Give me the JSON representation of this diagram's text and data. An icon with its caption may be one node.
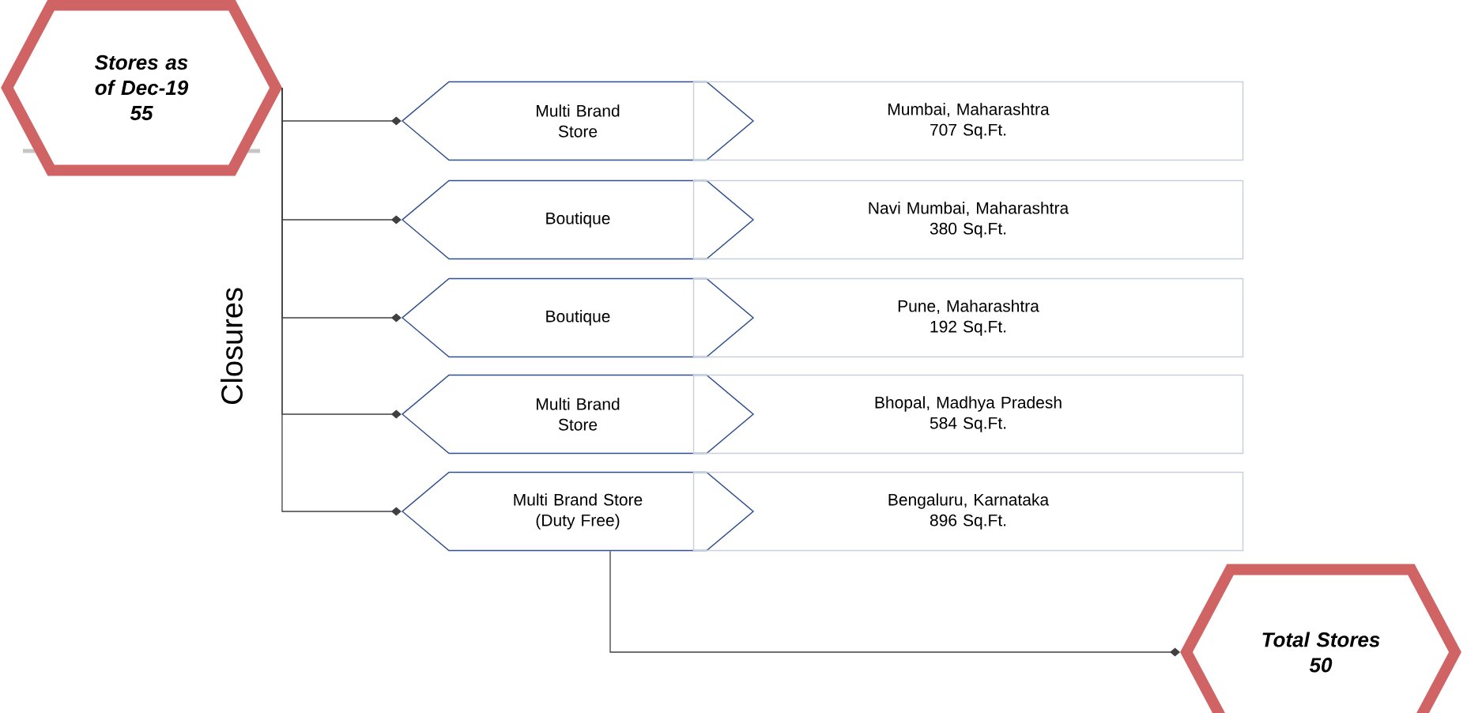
{
  "diagram": {
    "nodes": [
      {
        "text": [
          "Stores as of Dec-19",
          "55"
        ]
      },
      {
        "text": [
          "Multi Brand Store"
        ]
      },
      {
        "text": [
          "Mumbai, Maharashtra",
          "707 Sq.Ft."
        ]
      },
      {
        "text": [
          "Boutique"
        ]
      },
      {
        "text": [
          "Navi Mumbai, Maharashtra",
          "380 Sq.Ft."
        ]
      },
      {
        "text": [
          "Boutique"
        ]
      },
      {
        "text": [
          "Pune, Maharashtra",
          "192 Sq.Ft."
        ]
      },
      {
        "text": [
          "Multi Brand Store"
        ]
      },
      {
        "text": [
          "Bhopal, Madhya Pradesh",
          "584 Sq.Ft."
        ]
      },
      {
        "text": [
          "Multi Brand Store (Duty Free)"
        ]
      },
      {
        "text": [
          "Bengaluru, Karnataka",
          "896 Sq.Ft."
        ]
      },
      {
        "text": [
          "Total Stores",
          "50"
        ]
      }
    ],
    "edges": [
      {
        "from": 0,
        "to": 1,
        "arrow": "other"
      },
      {
        "from": 0,
        "to": 3,
        "arrow": "other"
      },
      {
        "from": 0,
        "to": 5,
        "arrow": "other"
      },
      {
        "from": 0,
        "to": 7,
        "arrow": "other"
      },
      {
        "from": 0,
        "to": 9,
        "arrow": "other"
      },
      {
        "from": 9,
        "to": 11,
        "arrow": "other"
      }
    ],
    "labels": [
      "Closures"
    ]
  }
}
